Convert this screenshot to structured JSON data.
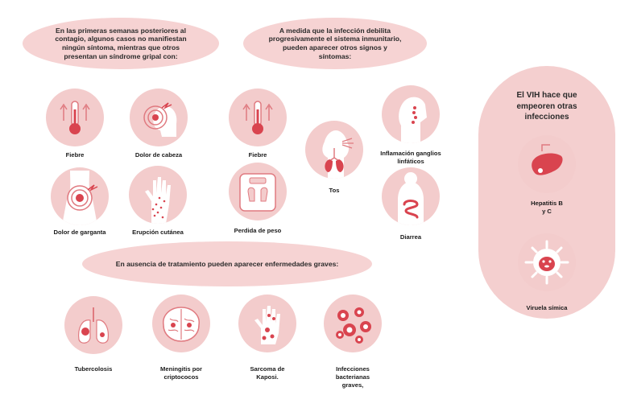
{
  "intro_bubble_1": "En las primeras semanas posteriores al contagio, algunos casos no manifiestan ningún síntoma, mientras que otros presentan un síndrome gripal con:",
  "intro_bubble_2": "A medida que la infección debilita progresivamente el sistema inmunitario, pueden aparecer otros signos y síntomas:",
  "early_symptoms": [
    {
      "label": "Fiebre",
      "icon": "thermometer-icon"
    },
    {
      "label": "Dolor de cabeza",
      "icon": "headache-icon"
    },
    {
      "label": "Dolor de garganta",
      "icon": "sore-throat-icon"
    },
    {
      "label": "Erupción cutánea",
      "icon": "rash-hand-icon"
    }
  ],
  "later_symptoms": [
    {
      "label": "Fiebre",
      "icon": "thermometer-icon"
    },
    {
      "label": "Perdida de peso",
      "icon": "scale-icon"
    },
    {
      "label": "Tos",
      "icon": "lungs-cough-icon"
    },
    {
      "label": "Inflamación ganglios linfáticos",
      "icon": "lymph-node-icon"
    },
    {
      "label": "Diarrea",
      "icon": "intestine-icon"
    }
  ],
  "severe_bubble": "En ausencia de tratamiento pueden aparecer enfermedades graves:",
  "severe_diseases": [
    {
      "label": "Tubercolosis",
      "icon": "lungs-icon"
    },
    {
      "label": "Meningitis por criptococos",
      "icon": "brain-icon"
    },
    {
      "label": "Sarcoma de Kaposi.",
      "icon": "kaposi-hand-icon"
    },
    {
      "label": "Infecciones bacterianas graves,",
      "icon": "bacteria-icon"
    }
  ],
  "side_panel": {
    "title": "El VIH hace que empeoren otras infecciones",
    "items": [
      {
        "label": "Hepatitis B y C",
        "icon": "liver-icon"
      },
      {
        "label": "Viruela símica",
        "icon": "monkey-virus-icon"
      }
    ]
  },
  "colors": {
    "bubble": "#f6d3d3",
    "circle": "#f3cccc",
    "accent": "#d9444f",
    "outline": "#e07a80"
  }
}
